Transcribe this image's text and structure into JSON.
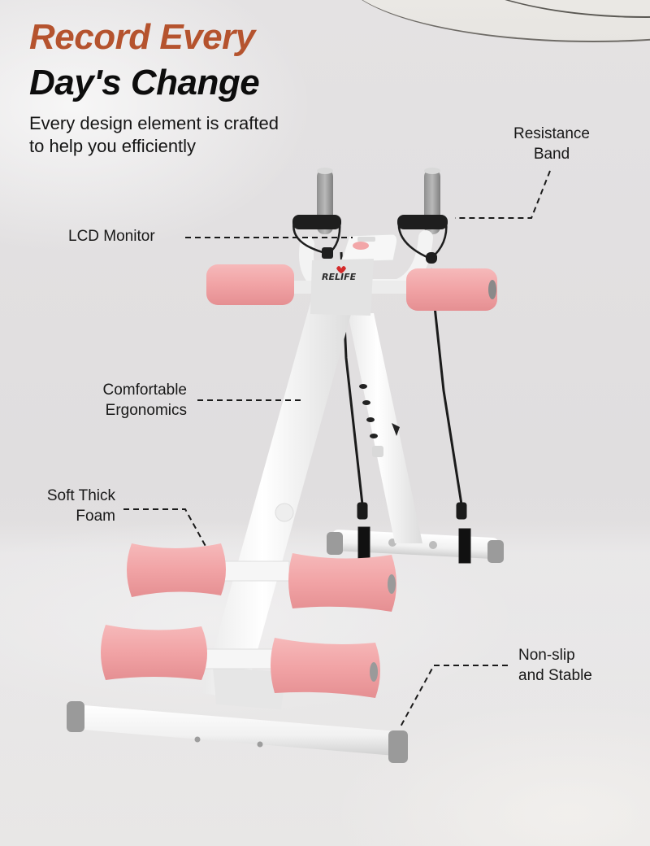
{
  "headline": {
    "line1": "Record Every",
    "line2": "Day's Change",
    "accent_color": "#B5532E",
    "line2_color": "#0D0D0D"
  },
  "subhead": {
    "line1": "Every design element is crafted",
    "line2": "to help you efficiently"
  },
  "callouts": [
    {
      "id": "resistance-band",
      "line1": "Resistance",
      "line2": "Band"
    },
    {
      "id": "lcd-monitor",
      "line1": "LCD Monitor",
      "line2": ""
    },
    {
      "id": "comfortable-ergonomics",
      "line1": "Comfortable",
      "line2": "Ergonomics"
    },
    {
      "id": "soft-thick-foam",
      "line1": "Soft Thick",
      "line2": "Foam"
    },
    {
      "id": "non-slip-stable",
      "line1": "Non-slip",
      "line2": "and Stable"
    }
  ],
  "product": {
    "brand_logo": "RELIFE",
    "foam_color": "#F2A6A8",
    "frame_color": "#F4F4F4",
    "end_cap_color": "#9A9A9A",
    "band_color": "#1A1A1A"
  },
  "colors": {
    "background": "#E2E0E1",
    "text": "#181818"
  }
}
